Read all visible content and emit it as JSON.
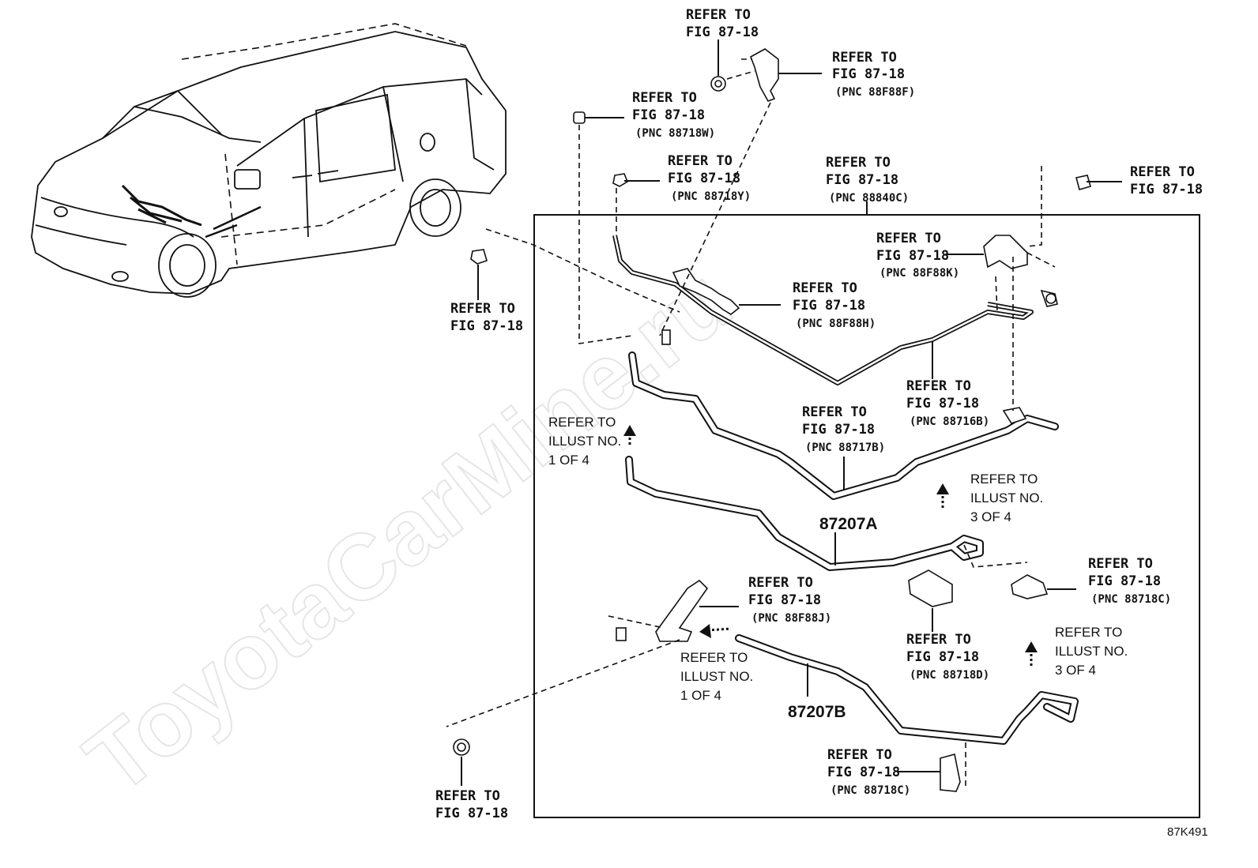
{
  "watermark": "ToyotaCarMine.ru",
  "figure_code": "87K491",
  "part_numbers": [
    "87207A",
    "87207B"
  ],
  "callouts": [
    {
      "line1": "REFER TO",
      "line2": "FIG 87-18",
      "pnc": ""
    },
    {
      "line1": "REFER TO",
      "line2": "FIG 87-18",
      "pnc": "(PNC 88F88F)"
    },
    {
      "line1": "REFER TO",
      "line2": "FIG 87-18",
      "pnc": "(PNC 88718W)"
    },
    {
      "line1": "REFER TO",
      "line2": "FIG 87-18",
      "pnc": "(PNC 88718Y)"
    },
    {
      "line1": "REFER TO",
      "line2": "FIG 87-18",
      "pnc": "(PNC 88840C)"
    },
    {
      "line1": "REFER TO",
      "line2": "FIG 87-18",
      "pnc": ""
    },
    {
      "line1": "REFER TO",
      "line2": "FIG 87-18",
      "pnc": "(PNC 88F88K)"
    },
    {
      "line1": "REFER TO",
      "line2": "FIG 87-18",
      "pnc": ""
    },
    {
      "line1": "REFER TO",
      "line2": "FIG 87-18",
      "pnc": "(PNC 88F88H)"
    },
    {
      "line1": "REFER TO",
      "line2": "FIG 87-18",
      "pnc": "(PNC 88716B)"
    },
    {
      "line1": "REFER TO",
      "line2": "FIG 87-18",
      "pnc": "(PNC 88717B)"
    },
    {
      "line1": "REFER TO",
      "line2": "FIG 87-18",
      "pnc": "(PNC 88718C)"
    },
    {
      "line1": "REFER TO",
      "line2": "FIG 87-18",
      "pnc": "(PNC 88F88J)"
    },
    {
      "line1": "REFER TO",
      "line2": "FIG 87-18",
      "pnc": "(PNC 88718D)"
    },
    {
      "line1": "REFER TO",
      "line2": "FIG 87-18",
      "pnc": "(PNC 88718C)"
    },
    {
      "line1": "REFER TO",
      "line2": "FIG 87-18",
      "pnc": ""
    }
  ],
  "illust_refs": [
    {
      "line1": "REFER TO",
      "line2": "ILLUST NO.",
      "line3": "1 OF 4"
    },
    {
      "line1": "REFER TO",
      "line2": "ILLUST NO.",
      "line3": "3 OF 4"
    },
    {
      "line1": "REFER TO",
      "line2": "ILLUST NO.",
      "line3": "1 OF 4"
    },
    {
      "line1": "REFER TO",
      "line2": "ILLUST NO.",
      "line3": "3 OF 4"
    }
  ]
}
